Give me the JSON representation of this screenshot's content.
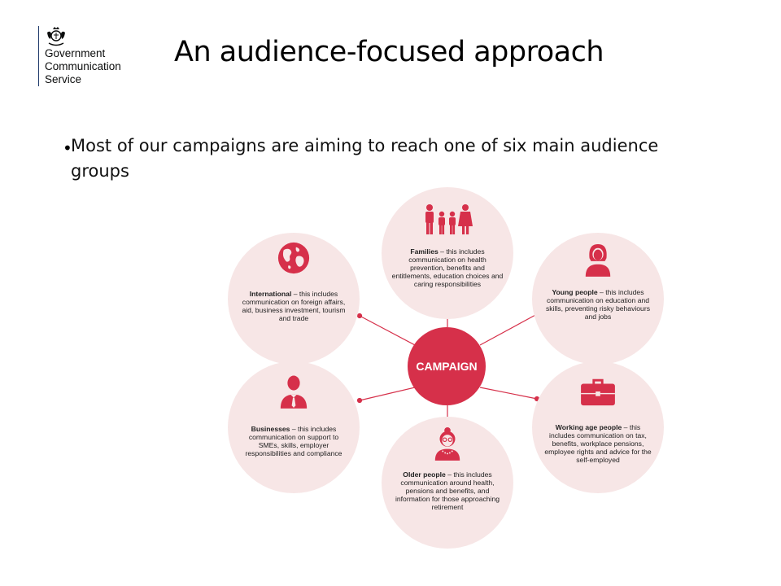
{
  "logo": {
    "line1": "Government",
    "line2": "Communication",
    "line3": "Service"
  },
  "title": "An audience-focused approach",
  "bullet": "Most of our campaigns are aiming to reach one of six main audience groups",
  "diagram": {
    "center": "CAMPAIGN",
    "accent_color": "#d6304a",
    "circle_color": "#f7e6e6",
    "groups": [
      {
        "icon": "family-icon",
        "title": "Families",
        "text": " – this includes communication on health prevention, benefits and entitlements, education choices and caring responsibilities"
      },
      {
        "icon": "young-person-icon",
        "title": "Young people",
        "text": " – this includes communication on education and skills, preventing risky behaviours and jobs"
      },
      {
        "icon": "briefcase-icon",
        "title": "Working age people",
        "text": " – this includes communication on tax, benefits, workplace pensions, employee rights and advice for the self-employed"
      },
      {
        "icon": "older-person-icon",
        "title": "Older people",
        "text": " – this includes communication around health, pensions and benefits, and information for those approaching retirement"
      },
      {
        "icon": "businessman-icon",
        "title": "Businesses",
        "text": " – this includes communication on support to SMEs, skills, employer responsibilities and compliance"
      },
      {
        "icon": "globe-icon",
        "title": "International",
        "text": " – this includes communication on foreign affairs, aid, business investment, tourism and trade"
      }
    ]
  }
}
